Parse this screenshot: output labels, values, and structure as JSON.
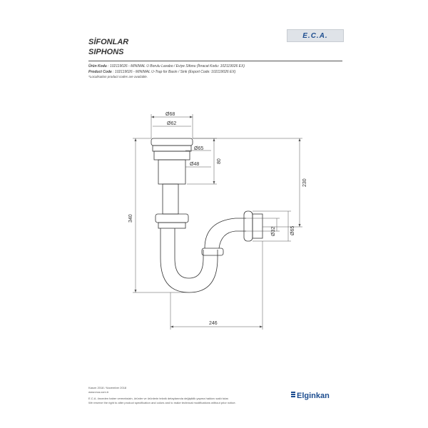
{
  "header": {
    "title_tr": "SİFONLAR",
    "title_en": "SIPHONS",
    "logo": "E.C.A."
  },
  "codes": {
    "tr_label": "Ürün Kodu",
    "tr_text": ": 102119026 - MINIMAL U Borulu Lavabo / Eviye Sifonu (İhracat Kodu: 102119026 EX)",
    "en_label": "Product Code",
    "en_text": ": 102119026 - MINIMAL U-Trap for Basin / Sink (Export Code: 102119026 EX)",
    "note": "*Localisation product codes are available."
  },
  "dimensions": {
    "d68": "Ø68",
    "d62": "Ø62",
    "d65_top": "Ø65",
    "d48": "Ø48",
    "h80": "80",
    "h230": "230",
    "h340": "340",
    "d32": "Ø32",
    "d65_side": "Ø65",
    "w246": "246"
  },
  "footer": {
    "date": "Kasım 2018 / November 2018",
    "site": "www.eca.com.tr",
    "disclaimer_tr": "E.C.A. önceden haber vermeksizin, ürünler ve ürünlerin teknik detaylarında değişiklik yapma hakkını saklı tutar.",
    "disclaimer_en": "We reserve the right to alter product specification and colors and to make technical modifications without prior notice."
  },
  "brand": {
    "name": "Elginkan",
    "color": "#1d4d8f"
  }
}
